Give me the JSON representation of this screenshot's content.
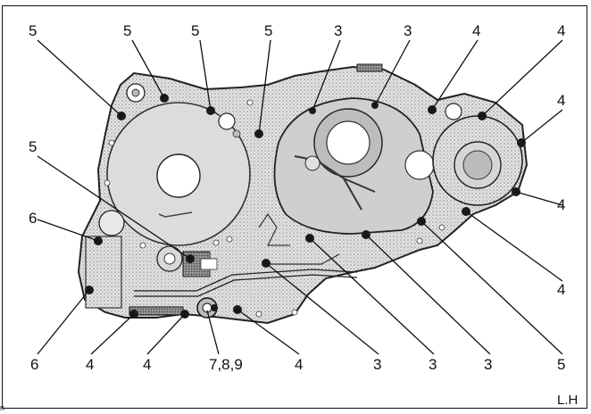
{
  "diagram": {
    "view_label": "L.H",
    "corner_mark": "n",
    "callouts": [
      {
        "id": "c1",
        "text": "5"
      },
      {
        "id": "c2",
        "text": "5"
      },
      {
        "id": "c3",
        "text": "5"
      },
      {
        "id": "c4",
        "text": "5"
      },
      {
        "id": "c5",
        "text": "3"
      },
      {
        "id": "c6",
        "text": "3"
      },
      {
        "id": "c7",
        "text": "4"
      },
      {
        "id": "c8",
        "text": "4"
      },
      {
        "id": "c9",
        "text": "4"
      },
      {
        "id": "c10",
        "text": "5"
      },
      {
        "id": "c11",
        "text": "6"
      },
      {
        "id": "c12",
        "text": "4"
      },
      {
        "id": "c13",
        "text": "4"
      },
      {
        "id": "c14",
        "text": "6"
      },
      {
        "id": "c15",
        "text": "4"
      },
      {
        "id": "c16",
        "text": "4"
      },
      {
        "id": "c17",
        "text": "7,8,9"
      },
      {
        "id": "c18",
        "text": "4"
      },
      {
        "id": "c19",
        "text": "3"
      },
      {
        "id": "c20",
        "text": "3"
      },
      {
        "id": "c21",
        "text": "3"
      },
      {
        "id": "c22",
        "text": "5"
      }
    ]
  }
}
